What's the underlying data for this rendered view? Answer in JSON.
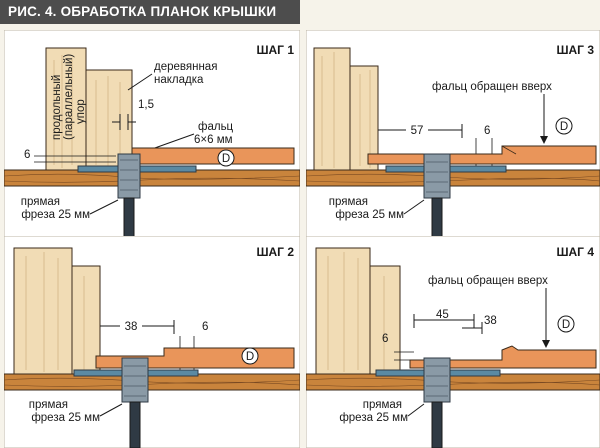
{
  "figure_title": "РИС. 4. ОБРАБОТКА ПЛАНОК КРЫШКИ",
  "colors": {
    "panel_bg": "#ffffff",
    "fence_wood": "#f1dcb5",
    "strip_wood": "#e9955a",
    "table_wood": "#c9843c",
    "grain": "#7a4a22",
    "insert_plate": "#5b8aa3",
    "bit_steel": "#8a9aa6",
    "bit_dark": "#2f3a44"
  },
  "steps": [
    {
      "title": "ШАГ 1",
      "fence_label": [
        "продольный",
        "(параллельный)",
        "упор"
      ],
      "overlay_label": [
        "деревянная",
        "накладка"
      ],
      "dim_gap": "1,5",
      "rabbet_label": [
        "фальц",
        "6×6 мм"
      ],
      "dim_height": "6",
      "bit_label": [
        "прямая",
        "фреза 25 мм"
      ],
      "marker": "D"
    },
    {
      "title": "ШАГ 2",
      "dim_offset": "38",
      "dim_width": "6",
      "bit_label": [
        "прямая",
        "фреза 25 мм"
      ],
      "marker": "D"
    },
    {
      "title": "ШАГ 3",
      "note_label": "фальц обращен вверх",
      "dim_offset": "57",
      "dim_width": "6",
      "bit_label": [
        "прямая",
        "фреза 25 мм"
      ],
      "marker": "D"
    },
    {
      "title": "ШАГ 4",
      "note_label": "фальц обращен вверх",
      "dim_offset_a": "45",
      "dim_offset_b": "38",
      "dim_height": "6",
      "bit_label": [
        "прямая",
        "фреза 25 мм"
      ],
      "marker": "D"
    }
  ]
}
